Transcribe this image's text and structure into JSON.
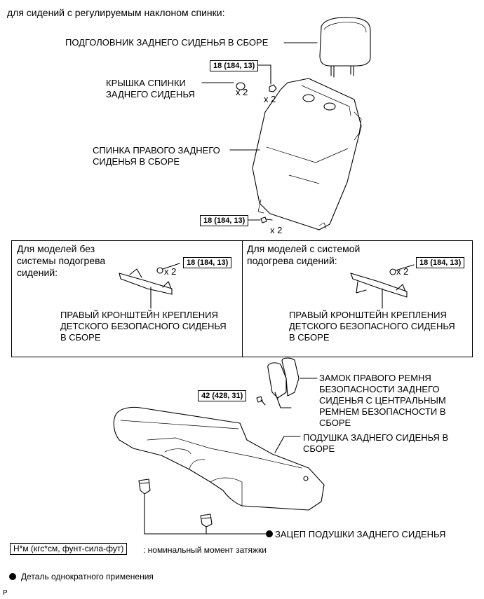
{
  "header": {
    "title": "для сидений с регулируемым наклоном спинки:"
  },
  "labels": {
    "headrest": "ПОДГОЛОВНИК ЗАДНЕГО СИДЕНЬЯ В СБОРЕ",
    "back_cover": "КРЫШКА СПИНКИ\nЗАДНЕГО СИДЕНЬЯ",
    "seatback": "СПИНКА ПРАВОГО ЗАДНЕГО\nСИДЕНЬЯ В СБОРЕ",
    "panel_left_title": "Для моделей без\nсистемы подогрева\nсидений:",
    "panel_right_title": "Для моделей с системой\nподогрева сидений:",
    "bracket_left": "ПРАВЫЙ КРОНШТЕЙН КРЕПЛЕНИЯ\nДЕТСКОГО БЕЗОПАСНОГО СИДЕНЬЯ\nВ СБОРЕ",
    "bracket_right": "ПРАВЫЙ КРОНШТЕЙН КРЕПЛЕНИЯ\nДЕТСКОГО БЕЗОПАСНОГО СИДЕНЬЯ\nВ СБОРЕ",
    "buckle": "ЗАМОК ПРАВОГО РЕМНЯ\nБЕЗОПАСНОСТИ ЗАДНЕГО\nСИДЕНЬЯ С ЦЕНТРАЛЬНЫМ\nРЕМНЕМ БЕЗОПАСНОСТИ В\nСБОРЕ",
    "cushion": "ПОДУШКА ЗАДНЕГО СИДЕНЬЯ В\nСБОРЕ",
    "hook": "ЗАЦЕП ПОДУШКИ ЗАДНЕГО СИДЕНЬЯ"
  },
  "quantities": {
    "cover_qty": "x 2",
    "bolt_top_qty": "x 2",
    "bolt_bottom_qty": "x 2",
    "panel_left_qty": "x 2",
    "panel_right_qty": "x 2"
  },
  "torques": {
    "top": "18 (184, 13)",
    "bottom": "18 (184, 13)",
    "panel_left": "18 (184, 13)",
    "panel_right": "18 (184, 13)",
    "buckle": "42 (428, 31)"
  },
  "legend": {
    "torque_unit": "Н*м (кгс*см, фунт-сила-фут)",
    "torque_desc": ": номинальный момент затяжки",
    "nonreusable_desc": "Деталь однократного применения"
  },
  "footer": {
    "code": "P"
  }
}
